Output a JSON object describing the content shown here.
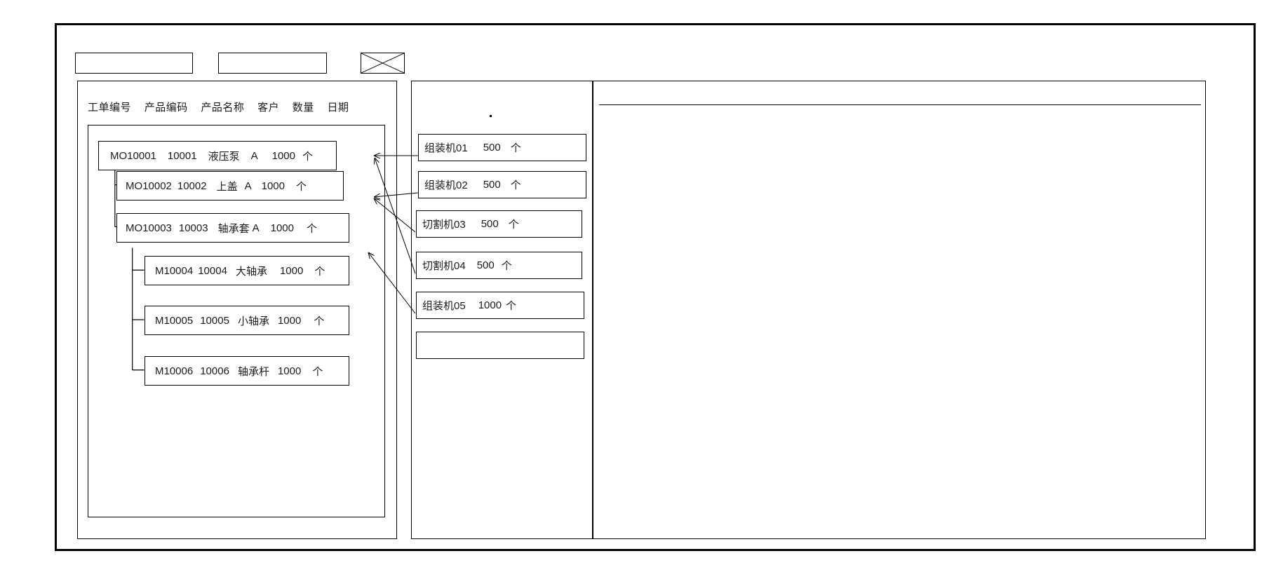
{
  "window": {
    "title": ""
  },
  "toolbar": {
    "field_1_value": "",
    "field_1_placeholder": "",
    "field_2_value": "",
    "field_2_placeholder": "",
    "xbox_icon": "crossed-box-icon"
  },
  "left_panel": {
    "columns": [
      "工单编号",
      "产品编码",
      "产品名称",
      "客户",
      "数量",
      "日期"
    ],
    "rows": [
      {
        "level": 0,
        "work_order": "MO10001",
        "product_code": "10001",
        "product_name": "液压泵",
        "customer": "A",
        "quantity": "1000",
        "unit": "个",
        "date": ""
      },
      {
        "level": 1,
        "work_order": "MO10002",
        "product_code": "10002",
        "product_name": "上盖",
        "customer": "A",
        "quantity": "1000",
        "unit": "个",
        "date": ""
      },
      {
        "level": 1,
        "work_order": "MO10003",
        "product_code": "10003",
        "product_name": "轴承套",
        "customer": "A",
        "quantity": "1000",
        "unit": "个",
        "date": ""
      },
      {
        "level": 2,
        "work_order": "M10004",
        "product_code": "10004",
        "product_name": "大轴承",
        "customer": "",
        "quantity": "1000",
        "unit": "个",
        "date": ""
      },
      {
        "level": 2,
        "work_order": "M10005",
        "product_code": "10005",
        "product_name": "小轴承",
        "customer": "",
        "quantity": "1000",
        "unit": "个",
        "date": ""
      },
      {
        "level": 2,
        "work_order": "M10006",
        "product_code": "10006",
        "product_name": "轴承杆",
        "customer": "",
        "quantity": "1000",
        "unit": "个",
        "date": ""
      }
    ]
  },
  "middle_panel": {
    "operations": [
      {
        "machine": "组装机01",
        "quantity": "500",
        "unit": "个"
      },
      {
        "machine": "组装机02",
        "quantity": "500",
        "unit": "个"
      },
      {
        "machine": "切割机03",
        "quantity": "500",
        "unit": "个"
      },
      {
        "machine": "切割机04",
        "quantity": "500",
        "unit": "个"
      },
      {
        "machine": "组装机05",
        "quantity": "1000",
        "unit": "个"
      },
      {
        "machine": "",
        "quantity": "",
        "unit": ""
      }
    ]
  },
  "right_panel": {
    "header_text": "",
    "body_text": ""
  },
  "colors": {
    "stroke": "#000000",
    "background": "#ffffff",
    "text": "#1a1a1a"
  }
}
